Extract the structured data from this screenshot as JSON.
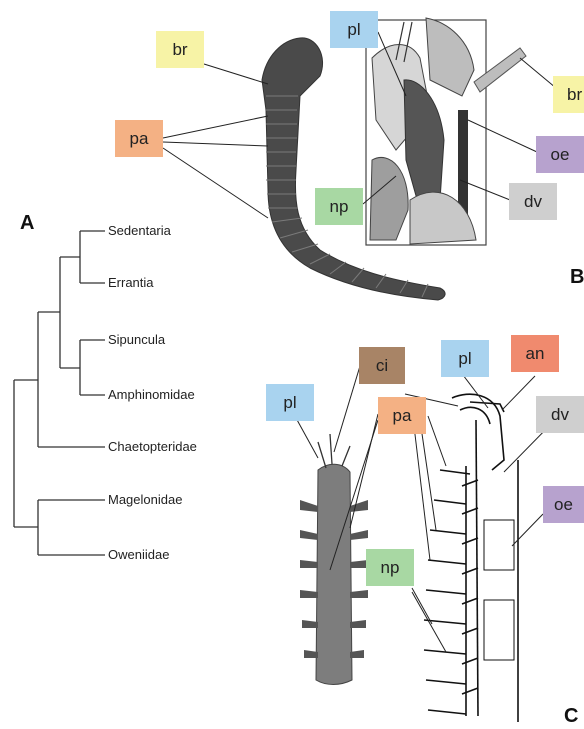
{
  "panels": {
    "a": "A",
    "b": "B",
    "c": "C"
  },
  "tree_taxa": [
    "Sedentaria",
    "Errantia",
    "Sipuncula",
    "Amphinomidae",
    "Chaetopteridae",
    "Magelonidae",
    "Oweniidae"
  ],
  "labels": {
    "br": "br",
    "pa": "pa",
    "pl": "pl",
    "oe": "oe",
    "np": "np",
    "dv": "dv",
    "ci": "ci",
    "an": "an"
  },
  "colors": {
    "br": "#f7f3a6",
    "pa": "#f4b184",
    "pl": "#a9d3ef",
    "oe": "#b7a2ce",
    "np": "#a8d8a3",
    "dv": "#cfcfcf",
    "ci": "#a88466",
    "an": "#f08a6e"
  }
}
